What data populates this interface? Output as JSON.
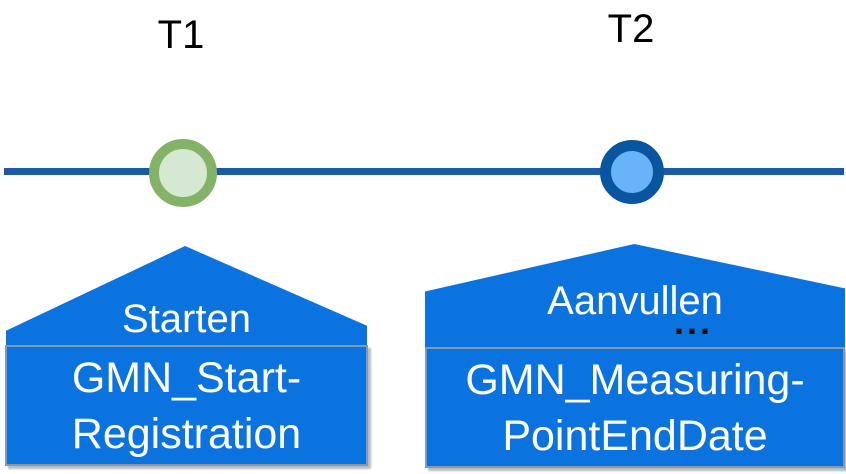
{
  "timeline": {
    "t1_label": "T1",
    "t2_label": "T2"
  },
  "events": [
    {
      "time": "T1",
      "action": "Starten",
      "box_lines": [
        "GMN_Start-",
        "Registration"
      ],
      "marker_fill": "#D6E8D2",
      "marker_stroke": "#82B366"
    },
    {
      "time": "T2",
      "action": "Aanvullen",
      "ellipsis": "...",
      "box_lines": [
        "GMN_Measuring-",
        "PointEndDate"
      ],
      "marker_fill": "#68B3F9",
      "marker_stroke": "#0A55A0"
    }
  ],
  "colors": {
    "timeline_line": "#1A5AA6",
    "callout_fill": "#0B73E0",
    "box_border": "#8799A9",
    "callout_text": "#FFFFFF",
    "label_text": "#000000"
  }
}
